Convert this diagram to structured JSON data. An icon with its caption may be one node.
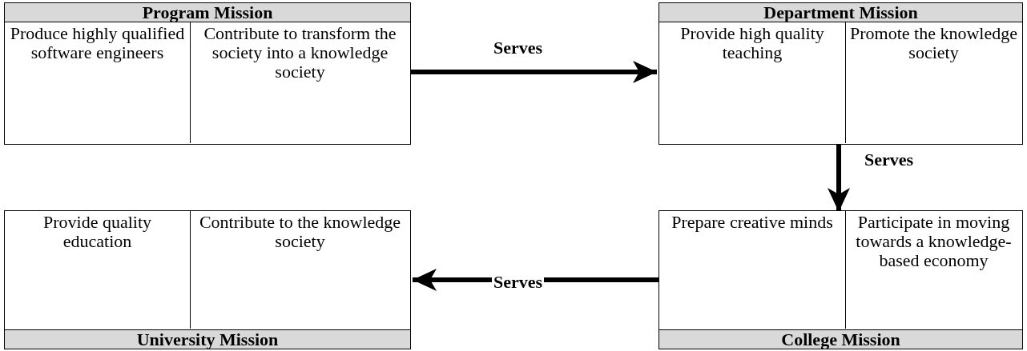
{
  "diagram": {
    "nodes": [
      {
        "text": [
          "Program Mission"
        ]
      },
      {
        "text": [
          "Produce highly qualified software engineers"
        ],
        "in": 0
      },
      {
        "text": [
          "Contribute to transform the society into a knowledge society"
        ],
        "in": 0
      },
      {
        "text": [
          "Department Mission"
        ]
      },
      {
        "text": [
          "Provide high quality teaching"
        ],
        "in": 3
      },
      {
        "text": [
          "Promote the knowledge society"
        ],
        "in": 3
      },
      {
        "text": [
          "University Mission"
        ]
      },
      {
        "text": [
          "Provide quality education"
        ],
        "in": 6
      },
      {
        "text": [
          "Contribute to the knowledge society"
        ],
        "in": 6
      },
      {
        "text": [
          "College Mission"
        ]
      },
      {
        "text": [
          "Prepare creative minds"
        ],
        "in": 9
      },
      {
        "text": [
          "Participate in moving towards a knowledge-based economy"
        ],
        "in": 9
      }
    ],
    "edges": [
      {
        "from": 0,
        "to": 3,
        "arrow": "to",
        "label": "Serves"
      },
      {
        "from": 3,
        "to": 9,
        "arrow": "to",
        "label": "Serves"
      },
      {
        "from": 9,
        "to": 6,
        "arrow": "to",
        "label": "Serves"
      }
    ]
  }
}
